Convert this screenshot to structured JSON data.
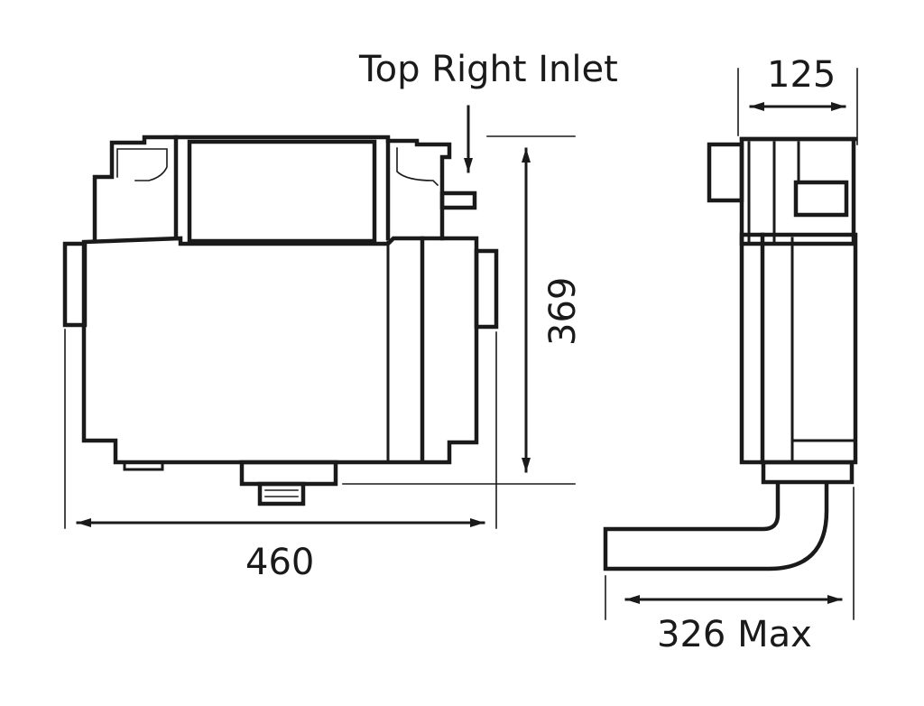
{
  "labels": {
    "inlet": "Top Right Inlet",
    "width": "460",
    "height": "369",
    "depth": "125",
    "outlet_max": "326 Max"
  },
  "colors": {
    "line": "#1a1a1a",
    "background": "#ffffff"
  }
}
